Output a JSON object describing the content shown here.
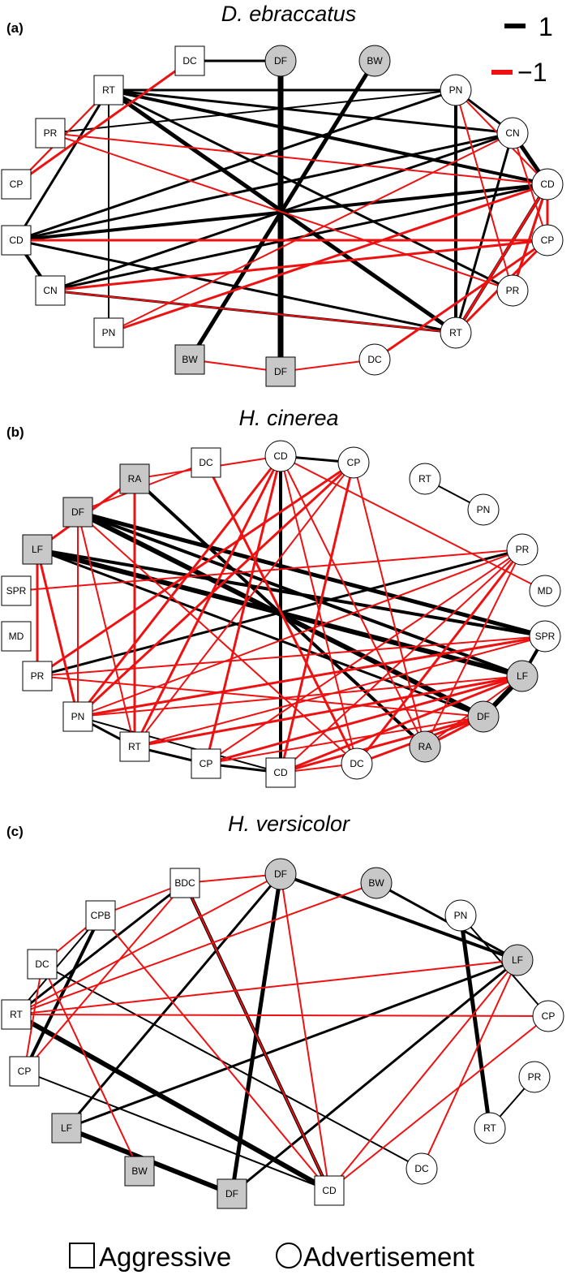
{
  "colors": {
    "positive": "#000000",
    "negative": "#ee1111",
    "gray_node": "#c8c8c8",
    "white_node": "#ffffff"
  },
  "legend": {
    "positive_label": "1",
    "negative_label": "−1"
  },
  "bottom_legend": {
    "square_label": "Aggressive",
    "circle_label": "Advertisement"
  },
  "panels": [
    {
      "letter": "(a)",
      "title": "D. ebraccatus",
      "nodes": [
        {
          "id": "a_sDC",
          "label": "DC",
          "shape": "square",
          "fill": "white"
        },
        {
          "id": "a_cDF",
          "label": "DF",
          "shape": "circle",
          "fill": "gray"
        },
        {
          "id": "a_cBW",
          "label": "BW",
          "shape": "circle",
          "fill": "gray"
        },
        {
          "id": "a_sRT",
          "label": "RT",
          "shape": "square",
          "fill": "white"
        },
        {
          "id": "a_sPR",
          "label": "PR",
          "shape": "square",
          "fill": "white"
        },
        {
          "id": "a_sCP",
          "label": "CP",
          "shape": "square",
          "fill": "white"
        },
        {
          "id": "a_sCD",
          "label": "CD",
          "shape": "square",
          "fill": "white"
        },
        {
          "id": "a_sCN",
          "label": "CN",
          "shape": "square",
          "fill": "white"
        },
        {
          "id": "a_sPN",
          "label": "PN",
          "shape": "square",
          "fill": "white"
        },
        {
          "id": "a_sBW",
          "label": "BW",
          "shape": "square",
          "fill": "gray"
        },
        {
          "id": "a_sDF",
          "label": "DF",
          "shape": "square",
          "fill": "gray"
        },
        {
          "id": "a_cDC",
          "label": "DC",
          "shape": "circle",
          "fill": "white"
        },
        {
          "id": "a_cRT",
          "label": "RT",
          "shape": "circle",
          "fill": "white"
        },
        {
          "id": "a_cPR",
          "label": "PR",
          "shape": "circle",
          "fill": "white"
        },
        {
          "id": "a_cCP",
          "label": "CP",
          "shape": "circle",
          "fill": "white"
        },
        {
          "id": "a_cCD",
          "label": "CD",
          "shape": "circle",
          "fill": "white"
        },
        {
          "id": "a_cCN",
          "label": "CN",
          "shape": "circle",
          "fill": "white"
        },
        {
          "id": "a_cPN",
          "label": "PN",
          "shape": "circle",
          "fill": "white"
        }
      ],
      "edges": [
        [
          "a_cDF",
          "a_sDF",
          1,
          7
        ],
        [
          "a_cBW",
          "a_sBW",
          1,
          5
        ],
        [
          "a_sDC",
          "a_cDF",
          1,
          3
        ],
        [
          "a_sRT",
          "a_cPN",
          1,
          3
        ],
        [
          "a_sRT",
          "a_cCN",
          1,
          3
        ],
        [
          "a_sRT",
          "a_cCD",
          1,
          4
        ],
        [
          "a_sRT",
          "a_cRT",
          1,
          5
        ],
        [
          "a_sRT",
          "a_cPR",
          1,
          3
        ],
        [
          "a_sRT",
          "a_sPN",
          1,
          2
        ],
        [
          "a_sRT",
          "a_sCD",
          1,
          3
        ],
        [
          "a_sRT",
          "a_sCP",
          1,
          2
        ],
        [
          "a_sCD",
          "a_cPN",
          1,
          3
        ],
        [
          "a_sCD",
          "a_cCN",
          1,
          3
        ],
        [
          "a_sCD",
          "a_cCD",
          1,
          4
        ],
        [
          "a_sCD",
          "a_sCN",
          1,
          4
        ],
        [
          "a_sCD",
          "a_cRT",
          1,
          3
        ],
        [
          "a_sCN",
          "a_cCN",
          1,
          3
        ],
        [
          "a_sCN",
          "a_cCD",
          1,
          3
        ],
        [
          "a_sCN",
          "a_cRT",
          1,
          3
        ],
        [
          "a_cPN",
          "a_cRT",
          1,
          4
        ],
        [
          "a_cPN",
          "a_cCN",
          1,
          3
        ],
        [
          "a_cCN",
          "a_cCD",
          1,
          5
        ],
        [
          "a_cCN",
          "a_cRT",
          1,
          3
        ],
        [
          "a_cCD",
          "a_cRT",
          1,
          4
        ],
        [
          "a_cCD",
          "a_cPR",
          1,
          3
        ],
        [
          "a_cPN",
          "a_sPR",
          1,
          2
        ],
        [
          "a_sDC",
          "a_sCP",
          -1,
          3
        ],
        [
          "a_sRT",
          "a_sCP",
          -1,
          2
        ],
        [
          "a_sPR",
          "a_cPR",
          -1,
          2
        ],
        [
          "a_sPR",
          "a_cCD",
          -1,
          2
        ],
        [
          "a_sCD",
          "a_cCP",
          -1,
          3
        ],
        [
          "a_sCN",
          "a_cCP",
          -1,
          3
        ],
        [
          "a_sPN",
          "a_cCD",
          -1,
          3
        ],
        [
          "a_sPN",
          "a_cCN",
          -1,
          2
        ],
        [
          "a_sDF",
          "a_sBW",
          -1,
          2
        ],
        [
          "a_sDF",
          "a_cDC",
          -1,
          2
        ],
        [
          "a_cDC",
          "a_cCP",
          -1,
          3
        ],
        [
          "a_cRT",
          "a_cCP",
          -1,
          3
        ],
        [
          "a_cRT",
          "a_cCD",
          -1,
          3
        ],
        [
          "a_cPR",
          "a_cCD",
          -1,
          3
        ],
        [
          "a_cCP",
          "a_cCD",
          -1,
          3
        ],
        [
          "a_cCN",
          "a_cCP",
          -1,
          2
        ],
        [
          "a_cPN",
          "a_cPR",
          -1,
          2
        ],
        [
          "a_cPN",
          "a_cCD",
          -1,
          2
        ],
        [
          "a_cRT",
          "a_sCN",
          -1,
          2
        ]
      ]
    },
    {
      "letter": "(b)",
      "title": "H. cinerea",
      "nodes": [
        {
          "id": "b_sDC",
          "label": "DC",
          "shape": "square",
          "fill": "white"
        },
        {
          "id": "b_sRA",
          "label": "RA",
          "shape": "square",
          "fill": "gray"
        },
        {
          "id": "b_sDF",
          "label": "DF",
          "shape": "square",
          "fill": "gray"
        },
        {
          "id": "b_sLF",
          "label": "LF",
          "shape": "square",
          "fill": "gray"
        },
        {
          "id": "b_sSPR",
          "label": "SPR",
          "shape": "square",
          "fill": "white"
        },
        {
          "id": "b_sMD",
          "label": "MD",
          "shape": "square",
          "fill": "white"
        },
        {
          "id": "b_sPR",
          "label": "PR",
          "shape": "square",
          "fill": "white"
        },
        {
          "id": "b_sPN",
          "label": "PN",
          "shape": "square",
          "fill": "white"
        },
        {
          "id": "b_sRT",
          "label": "RT",
          "shape": "square",
          "fill": "white"
        },
        {
          "id": "b_sCP",
          "label": "CP",
          "shape": "square",
          "fill": "white"
        },
        {
          "id": "b_sCD",
          "label": "CD",
          "shape": "square",
          "fill": "white"
        },
        {
          "id": "b_cDC",
          "label": "DC",
          "shape": "circle",
          "fill": "white"
        },
        {
          "id": "b_cRA",
          "label": "RA",
          "shape": "circle",
          "fill": "gray"
        },
        {
          "id": "b_cDF",
          "label": "DF",
          "shape": "circle",
          "fill": "gray"
        },
        {
          "id": "b_cLF",
          "label": "LF",
          "shape": "circle",
          "fill": "gray"
        },
        {
          "id": "b_cSPR",
          "label": "SPR",
          "shape": "circle",
          "fill": "white"
        },
        {
          "id": "b_cMD",
          "label": "MD",
          "shape": "circle",
          "fill": "white"
        },
        {
          "id": "b_cPR",
          "label": "PR",
          "shape": "circle",
          "fill": "white"
        },
        {
          "id": "b_cPN",
          "label": "PN",
          "shape": "circle",
          "fill": "white"
        },
        {
          "id": "b_cRT",
          "label": "RT",
          "shape": "circle",
          "fill": "white"
        },
        {
          "id": "b_cCP",
          "label": "CP",
          "shape": "circle",
          "fill": "white"
        },
        {
          "id": "b_cCD",
          "label": "CD",
          "shape": "circle",
          "fill": "white"
        }
      ],
      "edges": [
        [
          "b_cCD",
          "b_sCD",
          1,
          4
        ],
        [
          "b_sDF",
          "b_cDF",
          1,
          6
        ],
        [
          "b_sLF",
          "b_cLF",
          1,
          6
        ],
        [
          "b_sDF",
          "b_cSPR",
          1,
          5
        ],
        [
          "b_sLF",
          "b_cSPR",
          1,
          4
        ],
        [
          "b_sDF",
          "b_cLF",
          1,
          4
        ],
        [
          "b_sRA",
          "b_cRA",
          1,
          4
        ],
        [
          "b_sLF",
          "b_cDF",
          1,
          3
        ],
        [
          "b_sPR",
          "b_cPR",
          1,
          3
        ],
        [
          "b_cCD",
          "b_cCP",
          1,
          3
        ],
        [
          "b_cRT",
          "b_cPN",
          1,
          2
        ],
        [
          "b_cSPR",
          "b_cLF",
          1,
          4
        ],
        [
          "b_cLF",
          "b_cDF",
          1,
          6
        ],
        [
          "b_sPN",
          "b_sRT",
          1,
          3
        ],
        [
          "b_sRT",
          "b_sCP",
          1,
          3
        ],
        [
          "b_sPN",
          "b_sCD",
          1,
          2
        ],
        [
          "b_sCP",
          "b_sCD",
          1,
          3
        ],
        [
          "b_sRA",
          "b_sLF",
          -1,
          3
        ],
        [
          "b_sRA",
          "b_cCD",
          -1,
          2
        ],
        [
          "b_sDC",
          "b_cDC",
          -1,
          3
        ],
        [
          "b_sDC",
          "b_sDF",
          -1,
          2
        ],
        [
          "b_sRA",
          "b_sRT",
          -1,
          3
        ],
        [
          "b_sDF",
          "b_sPN",
          -1,
          2
        ],
        [
          "b_sLF",
          "b_sPR",
          -1,
          3
        ],
        [
          "b_sLF",
          "b_sPN",
          -1,
          3
        ],
        [
          "b_sDF",
          "b_sRT",
          -1,
          2
        ],
        [
          "b_sSPR",
          "b_cPR",
          -1,
          2
        ],
        [
          "b_sPR",
          "b_cCP",
          -1,
          3
        ],
        [
          "b_sPN",
          "b_cCP",
          -1,
          3
        ],
        [
          "b_sPN",
          "b_cCD",
          -1,
          3
        ],
        [
          "b_sPN",
          "b_cPR",
          -1,
          2
        ],
        [
          "b_sPN",
          "b_cSPR",
          -1,
          3
        ],
        [
          "b_sRT",
          "b_cCD",
          -1,
          3
        ],
        [
          "b_sRT",
          "b_cSPR",
          -1,
          2
        ],
        [
          "b_sRT",
          "b_cLF",
          -1,
          3
        ],
        [
          "b_sCP",
          "b_cCD",
          -1,
          3
        ],
        [
          "b_sCP",
          "b_cLF",
          -1,
          3
        ],
        [
          "b_sCP",
          "b_cDF",
          -1,
          2
        ],
        [
          "b_sCD",
          "b_cLF",
          -1,
          3
        ],
        [
          "b_sCD",
          "b_cDF",
          -1,
          3
        ],
        [
          "b_sCD",
          "b_cCP",
          -1,
          3
        ],
        [
          "b_sCD",
          "b_cDC",
          -1,
          2
        ],
        [
          "b_cDC",
          "b_cCD",
          -1,
          2
        ],
        [
          "b_cRA",
          "b_cCD",
          -1,
          2
        ],
        [
          "b_cCD",
          "b_cMD",
          -1,
          2
        ],
        [
          "b_cCP",
          "b_cRA",
          -1,
          2
        ],
        [
          "b_cCP",
          "b_sRT",
          -1,
          2
        ],
        [
          "b_cDC",
          "b_cDF",
          -1,
          3
        ],
        [
          "b_cRA",
          "b_cDF",
          -1,
          3
        ],
        [
          "b_cRA",
          "b_cLF",
          -1,
          2
        ],
        [
          "b_cPR",
          "b_cRA",
          -1,
          2
        ],
        [
          "b_cPR",
          "b_sCD",
          -1,
          2
        ],
        [
          "b_cPR",
          "b_cDC",
          -1,
          3
        ],
        [
          "b_cPR",
          "b_sCP",
          -1,
          2
        ],
        [
          "b_cDF",
          "b_sPR",
          -1,
          2
        ],
        [
          "b_cLF",
          "b_sPN",
          -1,
          2
        ],
        [
          "b_cSPR",
          "b_sPR",
          -1,
          2
        ],
        [
          "b_sDF",
          "b_cDC",
          -1,
          2
        ]
      ]
    },
    {
      "letter": "(c)",
      "title": "H. versicolor",
      "nodes": [
        {
          "id": "c_sBDC",
          "label": "BDC",
          "shape": "square",
          "fill": "white"
        },
        {
          "id": "c_sCPB",
          "label": "CPB",
          "shape": "square",
          "fill": "white"
        },
        {
          "id": "c_sDC",
          "label": "DC",
          "shape": "square",
          "fill": "white"
        },
        {
          "id": "c_sRT",
          "label": "RT",
          "shape": "square",
          "fill": "white"
        },
        {
          "id": "c_sCP",
          "label": "CP",
          "shape": "square",
          "fill": "white"
        },
        {
          "id": "c_sLF",
          "label": "LF",
          "shape": "square",
          "fill": "gray"
        },
        {
          "id": "c_sBW",
          "label": "BW",
          "shape": "square",
          "fill": "gray"
        },
        {
          "id": "c_sDF",
          "label": "DF",
          "shape": "square",
          "fill": "gray"
        },
        {
          "id": "c_sCD",
          "label": "CD",
          "shape": "square",
          "fill": "white"
        },
        {
          "id": "c_cDC",
          "label": "DC",
          "shape": "circle",
          "fill": "white"
        },
        {
          "id": "c_cRT",
          "label": "RT",
          "shape": "circle",
          "fill": "white"
        },
        {
          "id": "c_cPR",
          "label": "PR",
          "shape": "circle",
          "fill": "white"
        },
        {
          "id": "c_cCP",
          "label": "CP",
          "shape": "circle",
          "fill": "white"
        },
        {
          "id": "c_cLF",
          "label": "LF",
          "shape": "circle",
          "fill": "gray"
        },
        {
          "id": "c_cPN",
          "label": "PN",
          "shape": "circle",
          "fill": "white"
        },
        {
          "id": "c_cBW",
          "label": "BW",
          "shape": "circle",
          "fill": "gray"
        },
        {
          "id": "c_cDF",
          "label": "DF",
          "shape": "circle",
          "fill": "gray"
        }
      ],
      "edges": [
        [
          "c_cDF",
          "c_cLF",
          1,
          4
        ],
        [
          "c_cBW",
          "c_cLF",
          1,
          3
        ],
        [
          "c_cDF",
          "c_sDF",
          1,
          5
        ],
        [
          "c_cDF",
          "c_sLF",
          1,
          3
        ],
        [
          "c_sBDC",
          "c_sCD",
          1,
          4
        ],
        [
          "c_sBDC",
          "c_sRT",
          1,
          3
        ],
        [
          "c_sCPB",
          "c_sCP",
          1,
          4
        ],
        [
          "c_sRT",
          "c_sCD",
          1,
          6
        ],
        [
          "c_sLF",
          "c_sDF",
          1,
          6
        ],
        [
          "c_sLF",
          "c_cLF",
          1,
          3
        ],
        [
          "c_sDF",
          "c_cLF",
          1,
          3
        ],
        [
          "c_cPN",
          "c_cRT",
          1,
          5
        ],
        [
          "c_cPN",
          "c_cCP",
          1,
          2
        ],
        [
          "c_cPR",
          "c_cRT",
          1,
          2
        ],
        [
          "c_sDC",
          "c_cDC",
          1,
          2
        ],
        [
          "c_sCP",
          "c_sCD",
          1,
          2
        ],
        [
          "c_sCPB",
          "c_sRT",
          1,
          2
        ],
        [
          "c_sBDC",
          "c_cDF",
          -1,
          2
        ],
        [
          "c_sBDC",
          "c_sCPB",
          -1,
          2
        ],
        [
          "c_sCPB",
          "c_sCD",
          -1,
          2
        ],
        [
          "c_sCPB",
          "c_sDC",
          -1,
          2
        ],
        [
          "c_sDC",
          "c_sCP",
          -1,
          2
        ],
        [
          "c_sDC",
          "c_sBW",
          -1,
          2
        ],
        [
          "c_sRT",
          "c_cDF",
          -1,
          2
        ],
        [
          "c_sRT",
          "c_cBW",
          -1,
          2
        ],
        [
          "c_sRT",
          "c_cLF",
          -1,
          2
        ],
        [
          "c_sRT",
          "c_cCP",
          -1,
          2
        ],
        [
          "c_sCP",
          "c_sBDC",
          -1,
          2
        ],
        [
          "c_sCD",
          "c_cDF",
          -1,
          2
        ],
        [
          "c_sCD",
          "c_cLF",
          -1,
          2
        ],
        [
          "c_sCD",
          "c_cCP",
          -1,
          2
        ],
        [
          "c_cDC",
          "c_cLF",
          -1,
          2
        ],
        [
          "c_sCD",
          "c_sBDC",
          -1,
          2
        ]
      ]
    }
  ]
}
